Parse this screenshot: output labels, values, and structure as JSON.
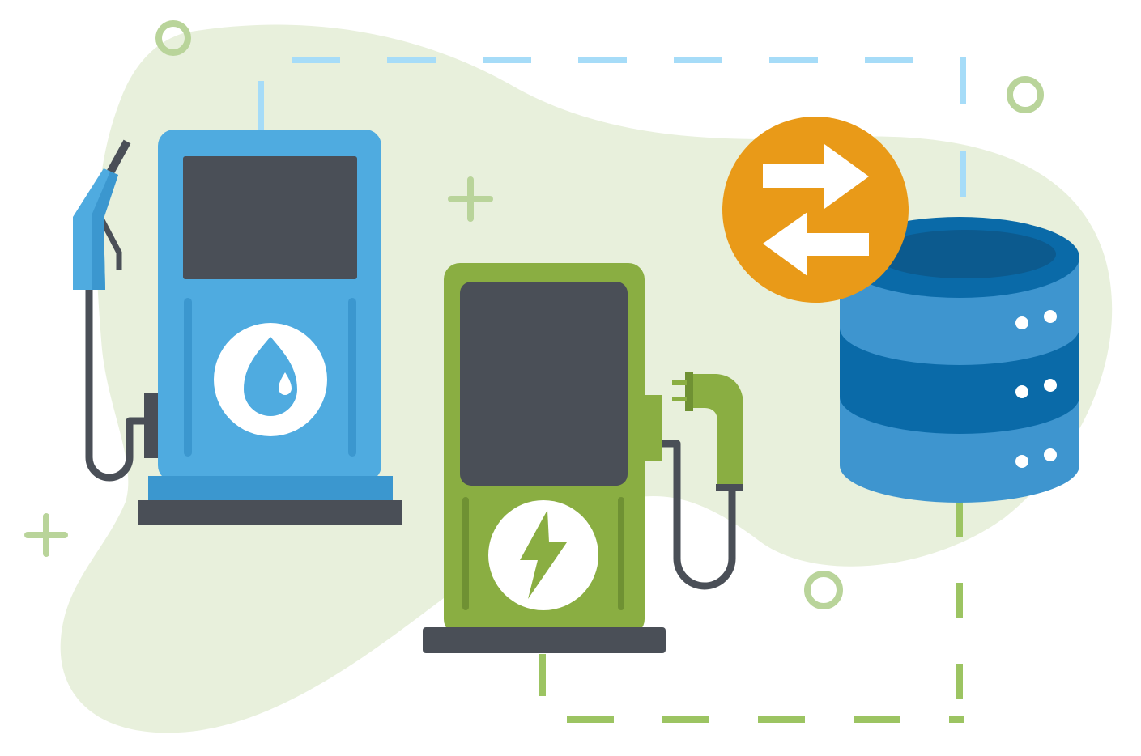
{
  "illustration": {
    "subjects": [
      "fuel-pump",
      "ev-charging-station",
      "database",
      "data-exchange"
    ]
  },
  "colors": {
    "blob": "#e8f0dc",
    "fuel_blue": "#4fabe0",
    "fuel_blue_dark": "#3b97cf",
    "ev_green": "#8aae42",
    "ev_green_dark": "#6f9133",
    "screen": "#4a4f57",
    "base": "#4a4f57",
    "db_light": "#3e95cf",
    "db_dark": "#0a6aa8",
    "db_rim": "#0c5a8e",
    "exchange_orange": "#e99a18",
    "dash_blue": "#a6dcf8",
    "dash_green": "#9cc462",
    "deco_green": "#b9d49a",
    "white": "#ffffff"
  },
  "icons": {
    "fuel": "fuel-drop-icon",
    "ev": "lightning-bolt-icon",
    "exchange": "swap-arrows-icon",
    "database": "database-icon"
  }
}
